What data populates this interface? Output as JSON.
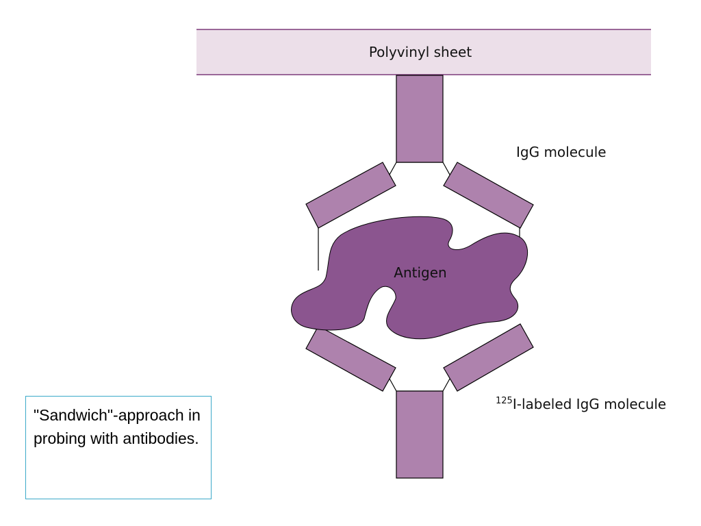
{
  "labels": {
    "sheet": "Polyvinyl sheet",
    "igg": "IgG molecule",
    "antigen": "Antigen",
    "labeled_igg_superscript": "125",
    "labeled_igg_text": "I-labeled IgG molecule"
  },
  "caption": {
    "text": "\"Sandwich\"-approach in probing with antibodies."
  },
  "colors": {
    "sheet_fill": "#ecdfe9",
    "sheet_border": "#7d3a7a",
    "igg_fill": "#ae82ad",
    "antigen_fill": "#8b558f",
    "caption_border": "#3aa9c9"
  }
}
